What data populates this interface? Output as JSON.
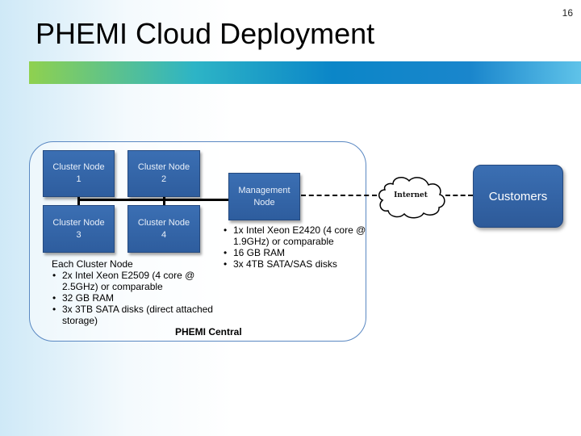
{
  "slide": {
    "number": "16",
    "title": "PHEMI Cloud Deployment"
  },
  "cluster_nodes": [
    {
      "line1": "Cluster Node",
      "line2": "1"
    },
    {
      "line1": "Cluster Node",
      "line2": "2"
    },
    {
      "line1": "Cluster Node",
      "line2": "3"
    },
    {
      "line1": "Cluster Node",
      "line2": "4"
    }
  ],
  "management_node": {
    "line1": "Management",
    "line2": "Node"
  },
  "internet_label": "Internet",
  "customers_label": "Customers",
  "central_label": "PHEMI Central",
  "cluster_specs": {
    "heading": "Each Cluster Node",
    "items": [
      "2x Intel Xeon E2509 (4 core @ 2.5GHz) or comparable",
      "32 GB RAM",
      "3x 3TB SATA disks (direct attached storage)"
    ]
  },
  "management_specs": {
    "items": [
      "1x Intel Xeon E2420 (4 core @ 1.9GHz) or comparable",
      "16 GB RAM",
      "3x 4TB SATA/SAS disks"
    ]
  }
}
